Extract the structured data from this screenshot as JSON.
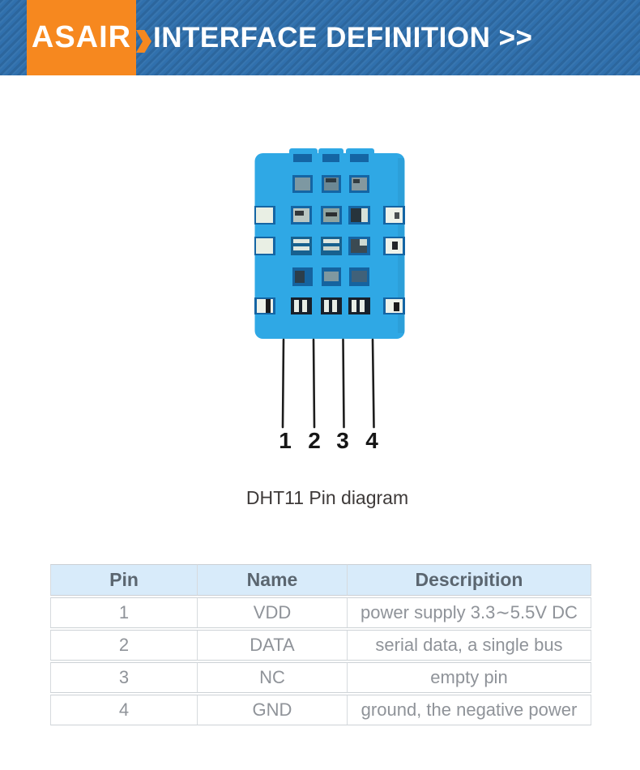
{
  "header": {
    "brand": "ASAIR",
    "title": "INTERFACE DEFINITION >>"
  },
  "figure": {
    "caption": "DHT11 Pin diagram",
    "pins": [
      "1",
      "2",
      "3",
      "4"
    ]
  },
  "pin_table": {
    "columns": [
      "Pin",
      "Name",
      "Descripition"
    ],
    "rows": [
      {
        "pin": "1",
        "name": "VDD",
        "description": "power supply 3.3∼5.5V DC"
      },
      {
        "pin": "2",
        "name": "DATA",
        "description": "serial data, a single bus"
      },
      {
        "pin": "3",
        "name": "NC",
        "description": "empty pin"
      },
      {
        "pin": "4",
        "name": "GND",
        "description": "ground, the negative power"
      }
    ]
  },
  "colors": {
    "header_blue": "#3070ad",
    "brand_orange": "#f6881f",
    "sensor_blue": "#2fa8e5",
    "table_header_bg": "#d8ebfa"
  }
}
